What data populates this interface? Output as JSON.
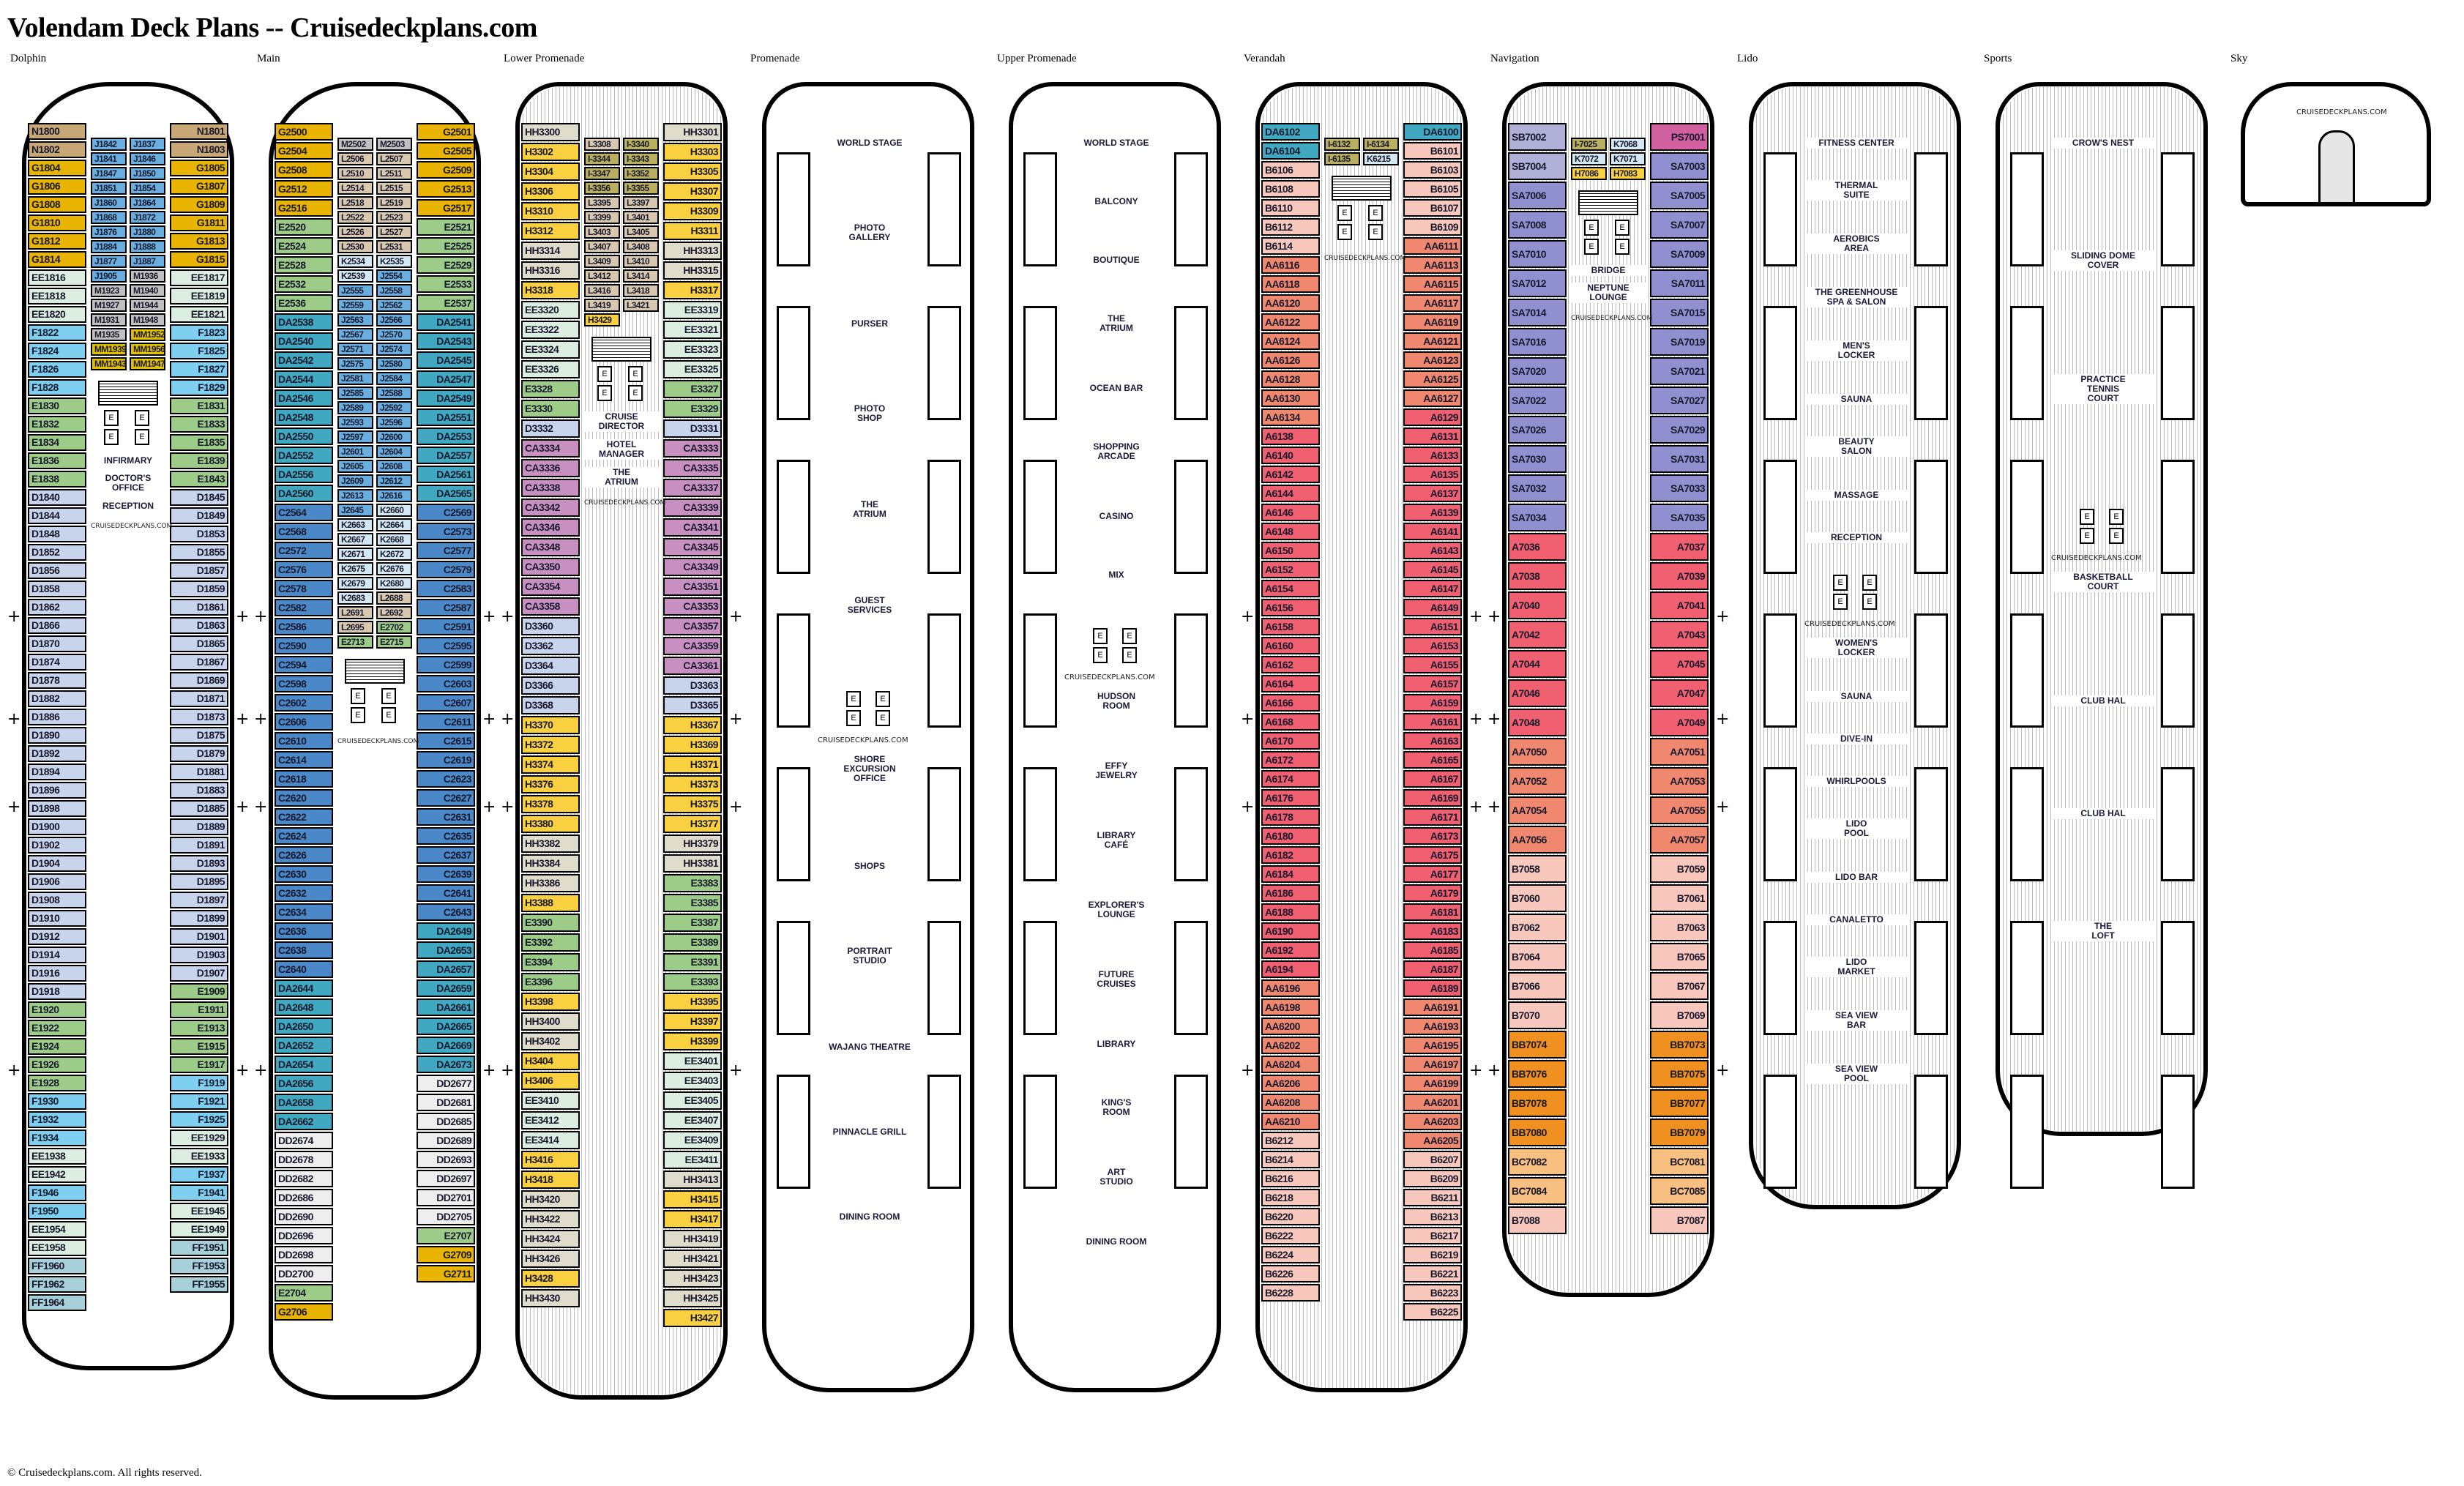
{
  "title": "Volendam Deck Plans -- Cruisedeckplans.com",
  "footer": "© Cruisedeckplans.com. All rights reserved.",
  "watermark": "CRUISEDECKPLANS.COM",
  "colors": {
    "N": "#c9a878",
    "G": "#e8b400",
    "EE": "#dceee0",
    "F": "#7fd0f0",
    "E": "#9ccc88",
    "D": "#c8d4ec",
    "J": "#6aaee0",
    "M": "#c0c0c0",
    "MM": "#e0c000",
    "FF": "#a8d0d8",
    "L": "#d8c8b0",
    "K": "#d4e8f4",
    "DA": "#40a8c0",
    "C": "#4a88c8",
    "H": "#f8d040",
    "HH": "#e0dccc",
    "CA": "#c890c0",
    "I": "#b8b060",
    "B": "#f8c8bc",
    "AA": "#f08870",
    "SB": "#b0b0d8",
    "SA": "#9090d0",
    "PS": "#d060a0",
    "A": "#f06070",
    "BB": "#f09020",
    "BC": "#f8c080"
  },
  "decks": [
    {
      "name": "Dolphin",
      "left": [
        "N1800",
        "N1802",
        "G1804",
        "G1806",
        "G1808",
        "G1810",
        "G1812",
        "G1814",
        "EE1816",
        "EE1818",
        "EE1820",
        "F1822",
        "F1824",
        "F1826",
        "F1828",
        "E1830",
        "E1832",
        "E1834",
        "E1836",
        "E1838",
        "D1840",
        "D1844",
        "D1848",
        "D1852",
        "D1856",
        "D1858",
        "D1862",
        "D1866",
        "D1870",
        "D1874",
        "D1878",
        "D1882",
        "D1886",
        "D1890",
        "D1892",
        "D1894",
        "D1896",
        "D1898",
        "D1900",
        "D1902",
        "D1904",
        "D1906",
        "D1908",
        "D1910",
        "D1912",
        "D1914",
        "D1916",
        "D1918",
        "E1920",
        "E1922",
        "E1924",
        "E1926",
        "E1928",
        "F1930",
        "F1932",
        "F1934",
        "EE1938",
        "EE1942",
        "F1946",
        "F1950",
        "EE1954",
        "EE1958",
        "FF1960",
        "FF1962",
        "FF1964"
      ],
      "right": [
        "N1801",
        "N1803",
        "G1805",
        "G1807",
        "G1809",
        "G1811",
        "G1813",
        "G1815",
        "EE1817",
        "EE1819",
        "EE1821",
        "F1823",
        "F1825",
        "F1827",
        "F1829",
        "E1831",
        "E1833",
        "E1835",
        "E1839",
        "E1843",
        "D1845",
        "D1849",
        "D1853",
        "D1855",
        "D1857",
        "D1859",
        "D1861",
        "D1863",
        "D1865",
        "D1867",
        "D1869",
        "D1871",
        "D1873",
        "D1875",
        "D1879",
        "D1881",
        "D1883",
        "D1885",
        "D1889",
        "D1891",
        "D1893",
        "D1895",
        "D1897",
        "D1899",
        "D1901",
        "D1903",
        "D1907",
        "E1909",
        "E1911",
        "E1913",
        "E1915",
        "E1917",
        "F1919",
        "F1921",
        "F1925",
        "EE1929",
        "EE1933",
        "F1937",
        "F1941",
        "EE1945",
        "EE1949",
        "FF1951",
        "FF1953",
        "FF1955"
      ],
      "center": [
        "J1842",
        "J1837",
        "J1841",
        "J1846",
        "J1847",
        "J1850",
        "J1851",
        "J1854",
        "J1860",
        "J1864",
        "J1868",
        "J1872",
        "J1876",
        "J1880",
        "J1884",
        "J1888",
        "J1877",
        "J1887",
        "J1905",
        "M1936",
        "M1923",
        "M1940",
        "M1927",
        "M1944",
        "M1931",
        "M1948",
        "M1935",
        "MM1952",
        "MM1939",
        "MM1956",
        "MM1943",
        "MM1947"
      ],
      "venues": [
        "INFIRMARY",
        "DOCTOR'S\nOFFICE",
        "RECEPTION"
      ]
    },
    {
      "name": "Main",
      "left": [
        "G2500",
        "G2504",
        "G2508",
        "G2512",
        "G2516",
        "E2520",
        "E2524",
        "E2528",
        "E2532",
        "E2536",
        "DA2538",
        "DA2540",
        "DA2542",
        "DA2544",
        "DA2546",
        "DA2548",
        "DA2550",
        "DA2552",
        "DA2556",
        "DA2560",
        "C2564",
        "C2568",
        "C2572",
        "C2576",
        "C2578",
        "C2582",
        "C2586",
        "C2590",
        "C2594",
        "C2598",
        "C2602",
        "C2606",
        "C2610",
        "C2614",
        "C2618",
        "C2620",
        "C2622",
        "C2624",
        "C2626",
        "C2630",
        "C2632",
        "C2634",
        "C2636",
        "C2638",
        "C2640",
        "DA2644",
        "DA2648",
        "DA2650",
        "DA2652",
        "DA2654",
        "DA2656",
        "DA2658",
        "DA2662",
        "DD2674",
        "DD2678",
        "DD2682",
        "DD2686",
        "DD2690",
        "DD2696",
        "DD2698",
        "DD2700",
        "E2704",
        "G2706"
      ],
      "right": [
        "G2501",
        "G2505",
        "G2509",
        "G2513",
        "G2517",
        "E2521",
        "E2525",
        "E2529",
        "E2533",
        "E2537",
        "DA2541",
        "DA2543",
        "DA2545",
        "DA2547",
        "DA2549",
        "DA2551",
        "DA2553",
        "DA2557",
        "DA2561",
        "DA2565",
        "C2569",
        "C2573",
        "C2577",
        "C2579",
        "C2583",
        "C2587",
        "C2591",
        "C2595",
        "C2599",
        "C2603",
        "C2607",
        "C2611",
        "C2615",
        "C2619",
        "C2623",
        "C2627",
        "C2631",
        "C2635",
        "C2637",
        "C2639",
        "C2641",
        "C2643",
        "DA2649",
        "DA2653",
        "DA2657",
        "DA2659",
        "DA2661",
        "DA2665",
        "DA2669",
        "DA2673",
        "DD2677",
        "DD2681",
        "DD2685",
        "DD2689",
        "DD2693",
        "DD2697",
        "DD2701",
        "DD2705",
        "E2707",
        "G2709",
        "G2711"
      ],
      "center": [
        "M2502",
        "M2503",
        "L2506",
        "L2507",
        "L2510",
        "L2511",
        "L2514",
        "L2515",
        "L2518",
        "L2519",
        "L2522",
        "L2523",
        "L2526",
        "L2527",
        "L2530",
        "L2531",
        "K2534",
        "K2535",
        "K2539",
        "J2554",
        "J2555",
        "J2558",
        "J2559",
        "J2562",
        "J2563",
        "J2566",
        "J2567",
        "J2570",
        "J2571",
        "J2574",
        "J2575",
        "J2580",
        "J2581",
        "J2584",
        "J2585",
        "J2588",
        "J2589",
        "J2592",
        "J2593",
        "J2596",
        "J2597",
        "J2600",
        "J2601",
        "J2604",
        "J2605",
        "J2608",
        "J2609",
        "J2612",
        "J2613",
        "J2616",
        "J2645",
        "K2660",
        "K2663",
        "K2664",
        "K2667",
        "K2668",
        "K2671",
        "K2672",
        "K2675",
        "K2676",
        "K2679",
        "K2680",
        "K2683",
        "L2688",
        "L2691",
        "L2692",
        "L2695",
        "E2702",
        "E2713",
        "E2715"
      ],
      "venues": []
    },
    {
      "name": "Lower Promenade",
      "left": [
        "HH3300",
        "H3302",
        "H3304",
        "H3306",
        "H3310",
        "H3312",
        "HH3314",
        "HH3316",
        "H3318",
        "EE3320",
        "EE3322",
        "EE3324",
        "EE3326",
        "E3328",
        "E3330",
        "D3332",
        "CA3334",
        "CA3336",
        "CA3338",
        "CA3342",
        "CA3346",
        "CA3348",
        "CA3350",
        "CA3354",
        "CA3358",
        "D3360",
        "D3362",
        "D3364",
        "D3366",
        "D3368",
        "H3370",
        "H3372",
        "H3374",
        "H3376",
        "H3378",
        "H3380",
        "HH3382",
        "HH3384",
        "HH3386",
        "H3388",
        "E3390",
        "E3392",
        "E3394",
        "E3396",
        "H3398",
        "HH3400",
        "HH3402",
        "H3404",
        "H3406",
        "EE3410",
        "EE3412",
        "EE3414",
        "H3416",
        "H3418",
        "HH3420",
        "HH3422",
        "HH3424",
        "HH3426",
        "H3428",
        "HH3430"
      ],
      "right": [
        "HH3301",
        "H3303",
        "H3305",
        "H3307",
        "H3309",
        "H3311",
        "HH3313",
        "HH3315",
        "H3317",
        "EE3319",
        "EE3321",
        "EE3323",
        "EE3325",
        "E3327",
        "E3329",
        "D3331",
        "CA3333",
        "CA3335",
        "CA3337",
        "CA3339",
        "CA3341",
        "CA3345",
        "CA3349",
        "CA3351",
        "CA3353",
        "CA3357",
        "CA3359",
        "CA3361",
        "D3363",
        "D3365",
        "H3367",
        "H3369",
        "H3371",
        "H3373",
        "H3375",
        "H3377",
        "HH3379",
        "HH3381",
        "E3383",
        "E3385",
        "E3387",
        "E3389",
        "E3391",
        "E3393",
        "H3395",
        "H3397",
        "H3399",
        "EE3401",
        "EE3403",
        "EE3405",
        "EE3407",
        "EE3409",
        "EE3411",
        "HH3413",
        "H3415",
        "H3417",
        "HH3419",
        "HH3421",
        "HH3423",
        "HH3425",
        "H3427"
      ],
      "center": [
        "L3308",
        "I-3340",
        "I-3344",
        "I-3343",
        "I-3347",
        "I-3352",
        "I-3356",
        "I-3355",
        "L3395",
        "L3397",
        "L3399",
        "L3401",
        "L3403",
        "L3405",
        "L3407",
        "L3408",
        "L3409",
        "L3410",
        "L3412",
        "L3414",
        "L3416",
        "L3418",
        "L3419",
        "L3421",
        "H3429"
      ],
      "venues": [
        "CRUISE\nDIRECTOR",
        "HOTEL\nMANAGER",
        "THE\nATRIUM"
      ]
    },
    {
      "name": "Promenade",
      "left": [],
      "right": [],
      "center": [],
      "venues": [
        "WORLD STAGE",
        "PHOTO\nGALLERY",
        "PURSER",
        "PHOTO\nSHOP",
        "THE\nATRIUM",
        "GUEST\nSERVICES",
        "SHORE\nEXCURSION\nOFFICE",
        "SHOPS",
        "PORTRAIT\nSTUDIO",
        "WAJANG THEATRE",
        "PINNACLE GRILL",
        "DINING ROOM"
      ]
    },
    {
      "name": "Upper Promenade",
      "left": [],
      "right": [],
      "center": [],
      "venues": [
        "WORLD STAGE",
        "BALCONY",
        "BOUTIQUE",
        "THE\nATRIUM",
        "OCEAN BAR",
        "SHOPPING\nARCADE",
        "CASINO",
        "MIX",
        "HUDSON\nROOM",
        "EFFY\nJEWELRY",
        "LIBRARY\nCAFÉ",
        "EXPLORER'S\nLOUNGE",
        "FUTURE\nCRUISES",
        "LIBRARY",
        "KING'S\nROOM",
        "ART\nSTUDIO",
        "DINING ROOM"
      ]
    },
    {
      "name": "Verandah",
      "left": [
        "DA6102",
        "DA6104",
        "B6106",
        "B6108",
        "B6110",
        "B6112",
        "B6114",
        "AA6116",
        "AA6118",
        "AA6120",
        "AA6122",
        "AA6124",
        "AA6126",
        "AA6128",
        "AA6130",
        "AA6134",
        "A6138",
        "A6140",
        "A6142",
        "A6144",
        "A6146",
        "A6148",
        "A6150",
        "A6152",
        "A6154",
        "A6156",
        "A6158",
        "A6160",
        "A6162",
        "A6164",
        "A6166",
        "A6168",
        "A6170",
        "A6172",
        "A6174",
        "A6176",
        "A6178",
        "A6180",
        "A6182",
        "A6184",
        "A6186",
        "A6188",
        "A6190",
        "A6192",
        "A6194",
        "AA6196",
        "AA6198",
        "AA6200",
        "AA6202",
        "AA6204",
        "AA6206",
        "AA6208",
        "AA6210",
        "B6212",
        "B6214",
        "B6216",
        "B6218",
        "B6220",
        "B6222",
        "B6224",
        "B6226",
        "B6228"
      ],
      "right": [
        "DA6100",
        "B6101",
        "B6103",
        "B6105",
        "B6107",
        "B6109",
        "AA6111",
        "AA6113",
        "AA6115",
        "AA6117",
        "AA6119",
        "AA6121",
        "AA6123",
        "AA6125",
        "AA6127",
        "A6129",
        "A6131",
        "A6133",
        "A6135",
        "A6137",
        "A6139",
        "A6141",
        "A6143",
        "A6145",
        "A6147",
        "A6149",
        "A6151",
        "A6153",
        "A6155",
        "A6157",
        "A6159",
        "A6161",
        "A6163",
        "A6165",
        "A6167",
        "A6169",
        "A6171",
        "A6173",
        "A6175",
        "A6177",
        "A6179",
        "A6181",
        "A6183",
        "A6185",
        "A6187",
        "A6189",
        "AA6191",
        "AA6193",
        "AA6195",
        "AA6197",
        "AA6199",
        "AA6201",
        "AA6203",
        "AA6205",
        "B6207",
        "B6209",
        "B6211",
        "B6213",
        "B6217",
        "B6219",
        "B6221",
        "B6223",
        "B6225"
      ],
      "center": [
        "I-6132",
        "I-6134",
        "I-6135",
        "K6215"
      ],
      "venues": []
    },
    {
      "name": "Navigation",
      "left": [
        "SB7002",
        "SB7004",
        "SA7006",
        "SA7008",
        "SA7010",
        "SA7012",
        "SA7014",
        "SA7016",
        "SA7020",
        "SA7022",
        "SA7026",
        "SA7030",
        "SA7032",
        "SA7034",
        "A7036",
        "A7038",
        "A7040",
        "A7042",
        "A7044",
        "A7046",
        "A7048",
        "AA7050",
        "AA7052",
        "AA7054",
        "AA7056",
        "B7058",
        "B7060",
        "B7062",
        "B7064",
        "B7066",
        "B7070",
        "BB7074",
        "BB7076",
        "BB7078",
        "BB7080",
        "BC7082",
        "BC7084",
        "B7088"
      ],
      "right": [
        "PS7001",
        "SA7003",
        "SA7005",
        "SA7007",
        "SA7009",
        "SA7011",
        "SA7015",
        "SA7019",
        "SA7021",
        "SA7027",
        "SA7029",
        "SA7031",
        "SA7033",
        "SA7035",
        "A7037",
        "A7039",
        "A7041",
        "A7043",
        "A7045",
        "A7047",
        "A7049",
        "AA7051",
        "AA7053",
        "AA7055",
        "AA7057",
        "B7059",
        "B7061",
        "B7063",
        "B7065",
        "B7067",
        "B7069",
        "BB7073",
        "BB7075",
        "BB7077",
        "BB7079",
        "BC7081",
        "BC7085",
        "B7087"
      ],
      "center": [
        "I-7025",
        "K7068",
        "K7072",
        "K7071",
        "H7086",
        "H7083"
      ],
      "venues": [
        "BRIDGE",
        "NEPTUNE\nLOUNGE"
      ]
    },
    {
      "name": "Lido",
      "left": [],
      "right": [],
      "center": [],
      "venues": [
        "FITNESS CENTER",
        "THERMAL\nSUITE",
        "AEROBICS\nAREA",
        "THE GREENHOUSE\nSPA & SALON",
        "MEN'S\nLOCKER",
        "SAUNA",
        "BEAUTY\nSALON",
        "MASSAGE",
        "RECEPTION",
        "WOMEN'S\nLOCKER",
        "SAUNA",
        "DIVE-IN",
        "WHIRLPOOLS",
        "LIDO\nPOOL",
        "LIDO BAR",
        "CANALETTO",
        "LIDO\nMARKET",
        "SEA VIEW\nBAR",
        "SEA VIEW\nPOOL"
      ]
    },
    {
      "name": "Sports",
      "left": [],
      "right": [],
      "center": [],
      "venues": [
        "CROW'S NEST",
        "SLIDING DOME\nCOVER",
        "PRACTICE\nTENNIS\nCOURT",
        "BASKETBALL\nCOURT",
        "CLUB HAL",
        "CLUB HAL",
        "THE\nLOFT"
      ]
    },
    {
      "name": "Sky",
      "left": [],
      "right": [],
      "center": [],
      "venues": []
    }
  ]
}
